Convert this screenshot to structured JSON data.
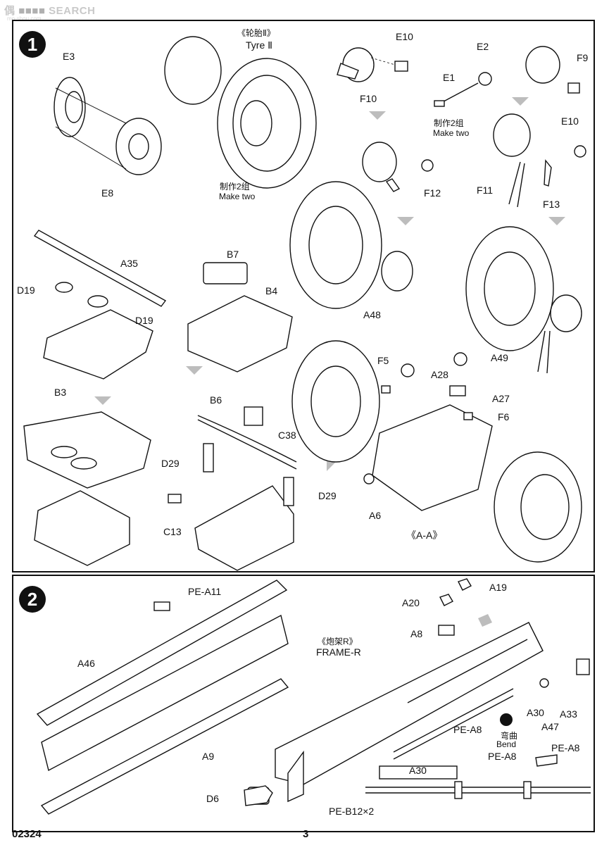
{
  "watermark": {
    "brand": "SEARCH",
    "site": "mo-shou.com"
  },
  "step1": {
    "number": "1",
    "labels": {
      "e3": "E3",
      "e8": "E8",
      "tyre_cn": "《轮胎Ⅱ》",
      "tyre_en": "Tyre Ⅱ",
      "make_two_cn_a": "制作2组",
      "make_two_en_a": "Make two",
      "e10_a": "E10",
      "f10": "F10",
      "e2": "E2",
      "e1": "E1",
      "make_two_cn_b": "制作2组",
      "make_two_en_b": "Make two",
      "f9": "F9",
      "e10_b": "E10",
      "f12": "F12",
      "f11": "F11",
      "f13": "F13",
      "a35": "A35",
      "d19_a": "D19",
      "d19_b": "D19",
      "b3": "B3",
      "b7": "B7",
      "b4": "B4",
      "a48": "A48",
      "a49": "A49",
      "f5": "F5",
      "a28": "A28",
      "a27": "A27",
      "f6": "F6",
      "b6": "B6",
      "c38": "C38",
      "d29_a": "D29",
      "d29_b": "D29",
      "c13": "C13",
      "a6": "A6",
      "section": "《A-A》"
    }
  },
  "step2": {
    "number": "2",
    "labels": {
      "pe_a11": "PE-A11",
      "frame_cn": "《炮架R》",
      "frame_en": "FRAME-R",
      "a46": "A46",
      "a9": "A9",
      "d6": "D6",
      "a19": "A19",
      "a20": "A20",
      "a8": "A8",
      "a30_a": "A30",
      "a33": "A33",
      "a47": "A47",
      "bend_cn": "弯曲",
      "bend_en": "Bend",
      "pe_a8_a": "PE-A8",
      "pe_a8_b": "PE-A8",
      "pe_a8_c": "PE-A8",
      "a30_b": "A30",
      "pe_b12": "PE-B12×2"
    }
  },
  "footer": {
    "code": "02324",
    "page": "3"
  }
}
